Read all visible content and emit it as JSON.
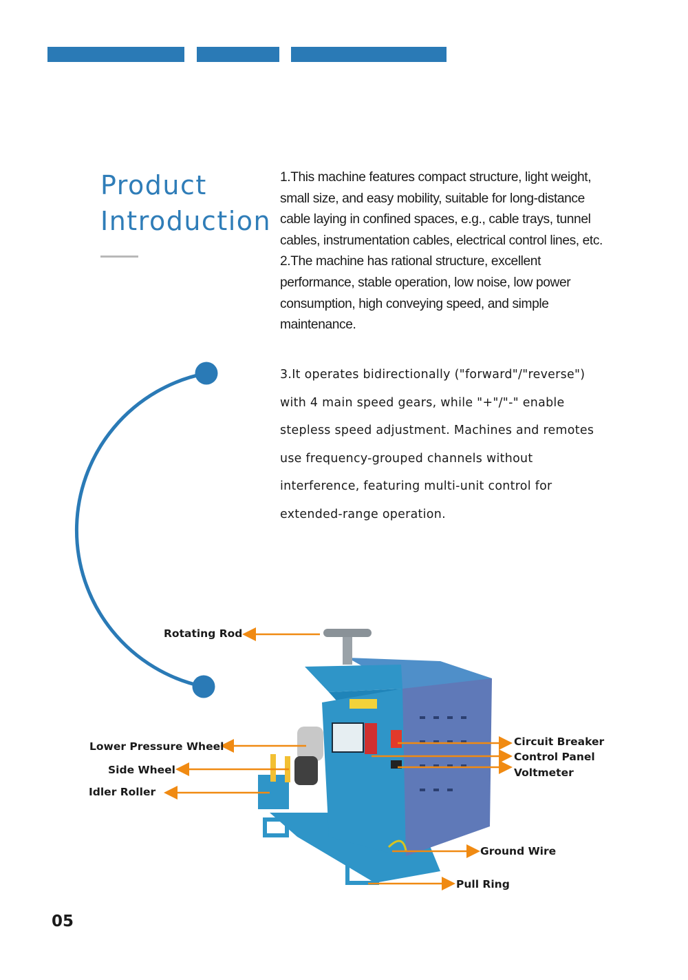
{
  "header": {
    "bar_color": "#2a7ab6"
  },
  "section": {
    "title_line1": "Product",
    "title_line2": "Introduction",
    "title_color": "#2f7db8"
  },
  "intro": {
    "p1": "1.This machine features compact structure, light weight, small size, and easy mobility, suitable for long-distance cable laying in confined spaces, e.g., cable trays, tunnel cables, instrumentation cables, electrical control lines, etc.",
    "p2": "2.The machine has rational structure, excellent performance, stable operation, low noise, low power consumption, high conveying speed, and simple maintenance.",
    "p3": "3.It operates bidirectionally (\"forward\"/\"reverse\") with 4 main speed gears, while \"+\"/\"-\" enable stepless speed adjustment. Machines and remotes use frequency-grouped channels without interference, featuring multi-unit control for extended-range operation."
  },
  "callouts": {
    "rotating_rod": "Rotating Rod",
    "lower_pressure_wheel": "Lower Pressure Wheel",
    "side_wheel": "Side Wheel",
    "idler_roller": "Idler Roller",
    "circuit_breaker": "Circuit Breaker",
    "control_panel": "Control Panel",
    "voltmeter": "Voltmeter",
    "ground_wire": "Ground Wire",
    "pull_ring": "Pull Ring",
    "arrow_color": "#f08a12"
  },
  "footer": {
    "page_number": "05"
  }
}
